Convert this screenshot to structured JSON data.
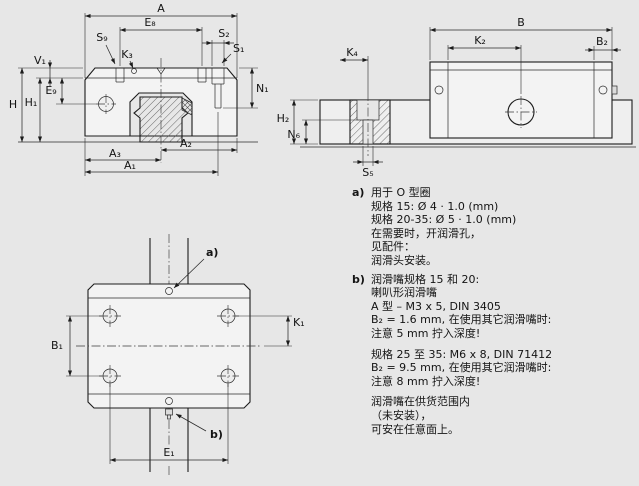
{
  "colors": {
    "background": "#e7e7e7",
    "line": "#1c1c1c",
    "part_fill": "#f3f3f3",
    "hatch": "#4a4a4a"
  },
  "dims": {
    "front": {
      "A": "A",
      "E8": "E₈",
      "S2": "S₂",
      "S1": "S₁",
      "S9": "S₉",
      "K3": "K₃",
      "V1": "V₁",
      "E9": "E₉",
      "H1": "H₁",
      "H": "H",
      "N1": "N₁",
      "A3": "A₃",
      "A2": "A₂",
      "A1": "A₁"
    },
    "side": {
      "B": "B",
      "K2": "K₂",
      "B2": "B₂",
      "K4": "K₄",
      "H2": "H₂",
      "N6": "N₆",
      "S5": "S₅"
    },
    "top": {
      "K1": "K₁",
      "B1": "B₁",
      "E1": "E₁"
    }
  },
  "callouts": {
    "a": "a)",
    "b": "b)"
  },
  "notes": {
    "a": {
      "label": "a)",
      "lines": [
        "用于 O 型圈",
        "规格 15: Ø 4 · 1.0 (mm)",
        "规格 20-35: Ø 5 · 1.0 (mm)",
        "在需要时，开润滑孔，",
        "见配件：",
        "润滑头安装。"
      ]
    },
    "b": {
      "label": "b)",
      "para1": [
        "润滑嘴规格 15 和 20:",
        "喇叭形润滑嘴",
        "A 型 – M3 x 5, DIN 3405",
        "B₂ = 1.6 mm, 在使用其它润滑嘴时:",
        "注意 5 mm 拧入深度!"
      ],
      "para2": [
        "规格 25 至 35: M6 x 8, DIN 71412",
        "B₂ = 9.5 mm, 在使用其它润滑嘴时:",
        "注意 8 mm 拧入深度!"
      ],
      "para3": [
        "润滑嘴在供货范围内",
        "（未安装），",
        "可安在任意面上。"
      ]
    }
  }
}
